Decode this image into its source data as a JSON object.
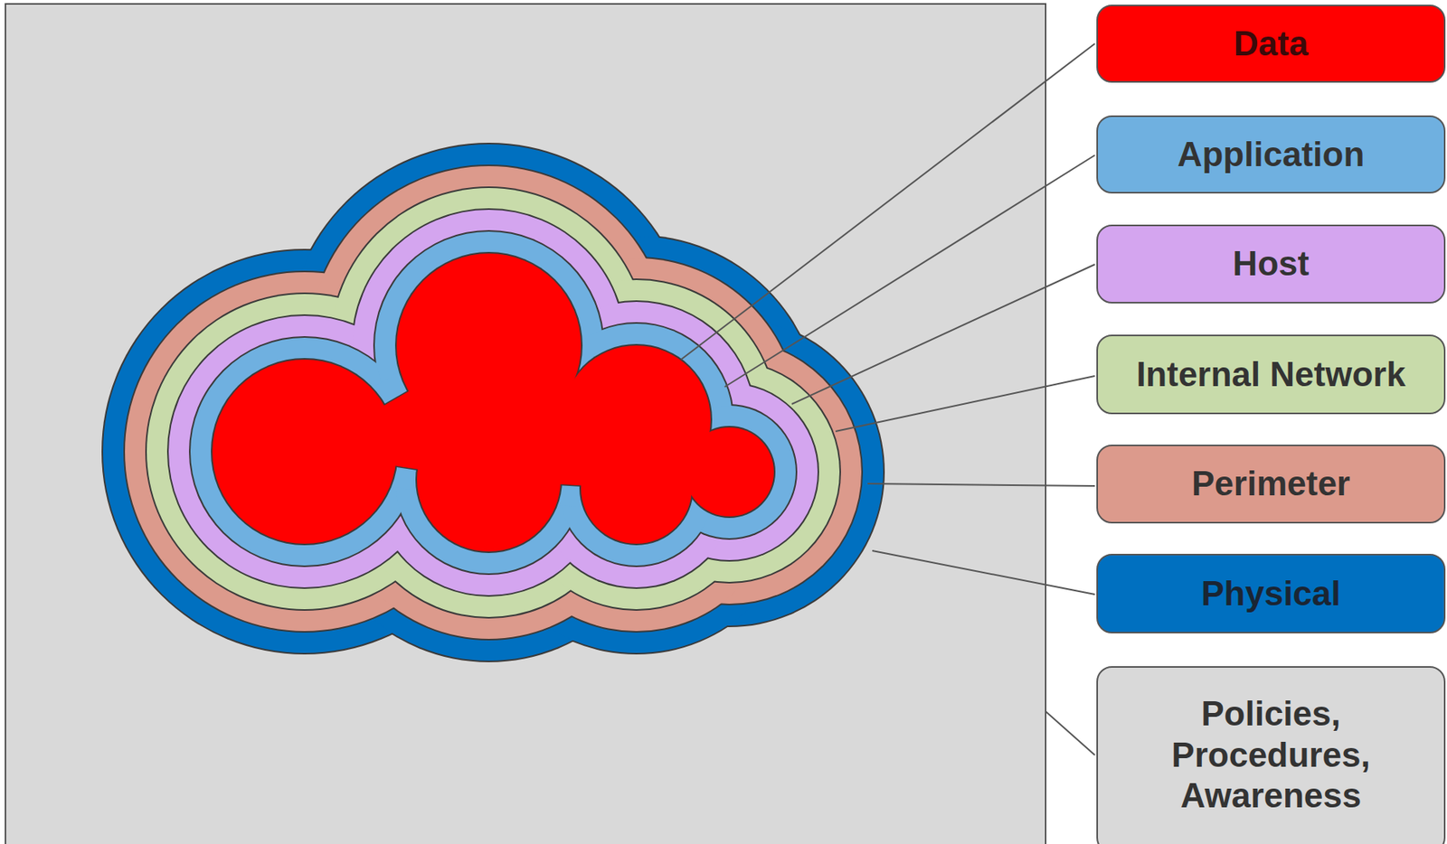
{
  "diagram": {
    "nodes": [
      {
        "text": [
          "Data"
        ]
      },
      {
        "text": [
          "Application"
        ]
      },
      {
        "text": [
          "Host"
        ]
      },
      {
        "text": [
          "Internal Network"
        ]
      },
      {
        "text": [
          "Perimeter"
        ]
      },
      {
        "text": [
          "Physical"
        ]
      },
      {
        "text": [
          "Policies, Procedures, Awareness"
        ]
      }
    ]
  }
}
